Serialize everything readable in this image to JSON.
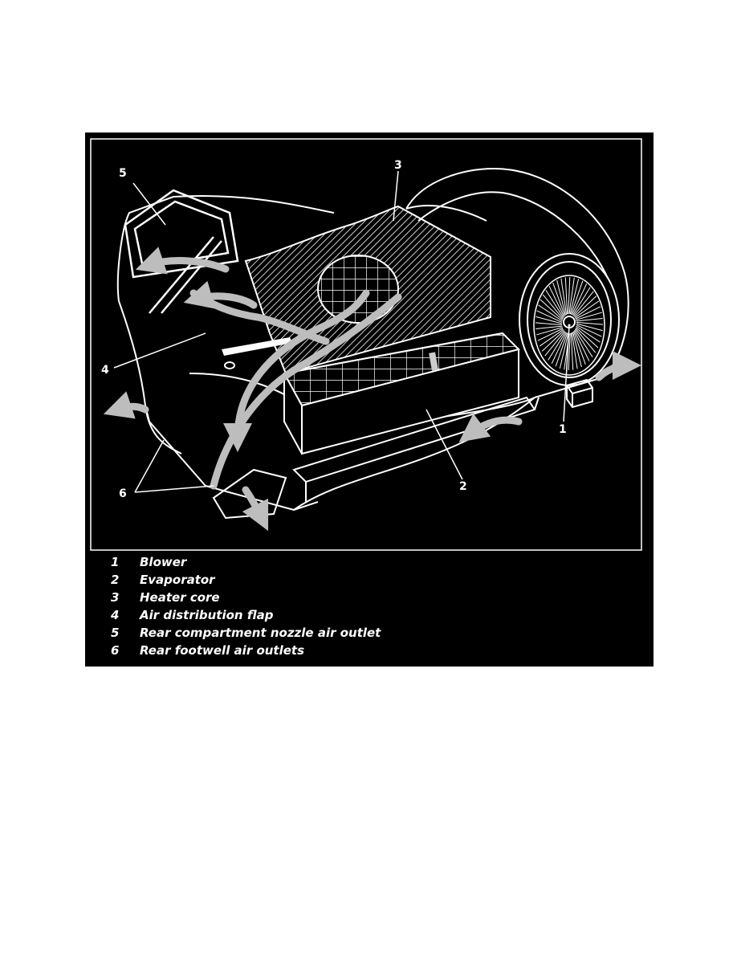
{
  "callouts": {
    "c1": "1",
    "c2": "2",
    "c3": "3",
    "c4": "4",
    "c5": "5",
    "c6": "6"
  },
  "legend": [
    {
      "num": "1",
      "text": "Blower"
    },
    {
      "num": "2",
      "text": "Evaporator"
    },
    {
      "num": "3",
      "text": "Heater core"
    },
    {
      "num": "4",
      "text": "Air distribution flap"
    },
    {
      "num": "5",
      "text": "Rear compartment nozzle air outlet"
    },
    {
      "num": "6",
      "text": "Rear footwell air outlets"
    }
  ],
  "colors": {
    "figure_background": "#000000",
    "line_art": "#ffffff",
    "airflow_arrows": "#bdbdbd"
  }
}
